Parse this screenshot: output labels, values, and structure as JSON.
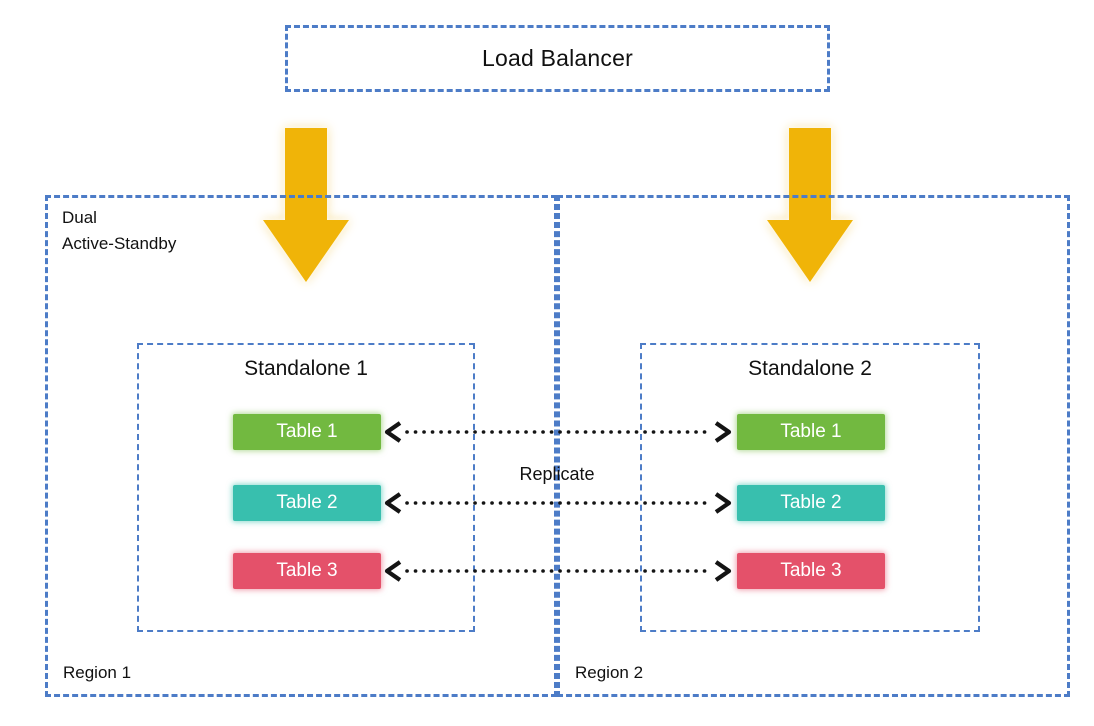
{
  "load_balancer": {
    "label": "Load Balancer"
  },
  "flow": {
    "replicate_label": "Replicate"
  },
  "region1": {
    "label": "Region 1",
    "mode_label": "Dual\nActive-Standby",
    "standalone": {
      "title": "Standalone 1",
      "tables": [
        {
          "label": "Table 1",
          "color": "#72b940"
        },
        {
          "label": "Table 2",
          "color": "#38bfae"
        },
        {
          "label": "Table 3",
          "color": "#e4516a"
        }
      ]
    }
  },
  "region2": {
    "label": "Region 2",
    "standalone": {
      "title": "Standalone 2",
      "tables": [
        {
          "label": "Table 1",
          "color": "#72b940"
        },
        {
          "label": "Table 2",
          "color": "#38bfae"
        },
        {
          "label": "Table 3",
          "color": "#e4516a"
        }
      ]
    }
  },
  "icons": {
    "down_arrow": "down-arrow",
    "replicate_arrow": "dotted-double-arrow"
  },
  "colors": {
    "dashed_border_blue": "#4d7cc7",
    "arrow_gold": "#f0b408",
    "table_green": "#72b940",
    "table_teal": "#38bfae",
    "table_red": "#e4516a",
    "connector_black": "#141414",
    "text_black": "#111111",
    "background": "#ffffff"
  }
}
